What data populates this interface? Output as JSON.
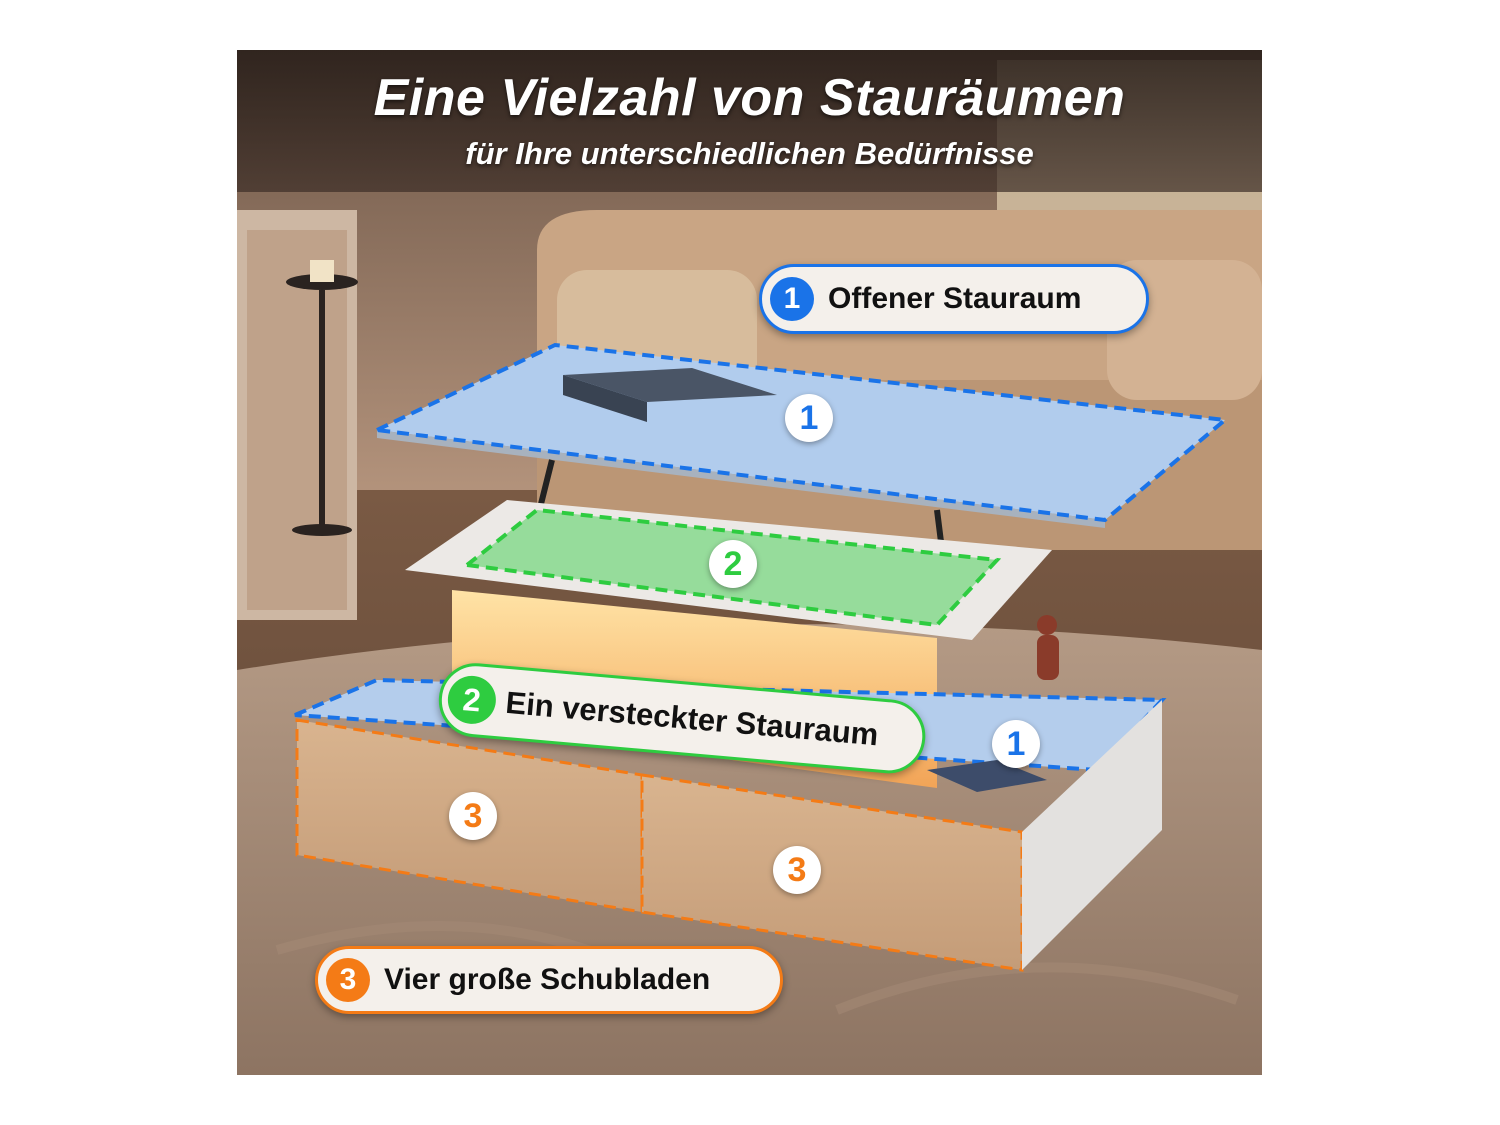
{
  "headline": {
    "title": "Eine Vielzahl von Stauräumen",
    "subtitle": "für Ihre unterschiedlichen Bedürfnisse"
  },
  "callouts": [
    {
      "number": "1",
      "label": "Offener Stauraum",
      "color": "#1a73e8"
    },
    {
      "number": "2",
      "label": "Ein versteckter Stauraum",
      "color": "#2ecc40"
    },
    {
      "number": "3",
      "label": "Vier große Schubladen",
      "color": "#f47b16"
    }
  ],
  "markers": {
    "top_surface": "1",
    "hidden_compartment": "2",
    "side_surface": "1",
    "drawer_left": "3",
    "drawer_right": "3"
  },
  "colors": {
    "open_storage": "#1a73e8",
    "hidden_storage": "#2ecc40",
    "drawers": "#f47b16"
  }
}
